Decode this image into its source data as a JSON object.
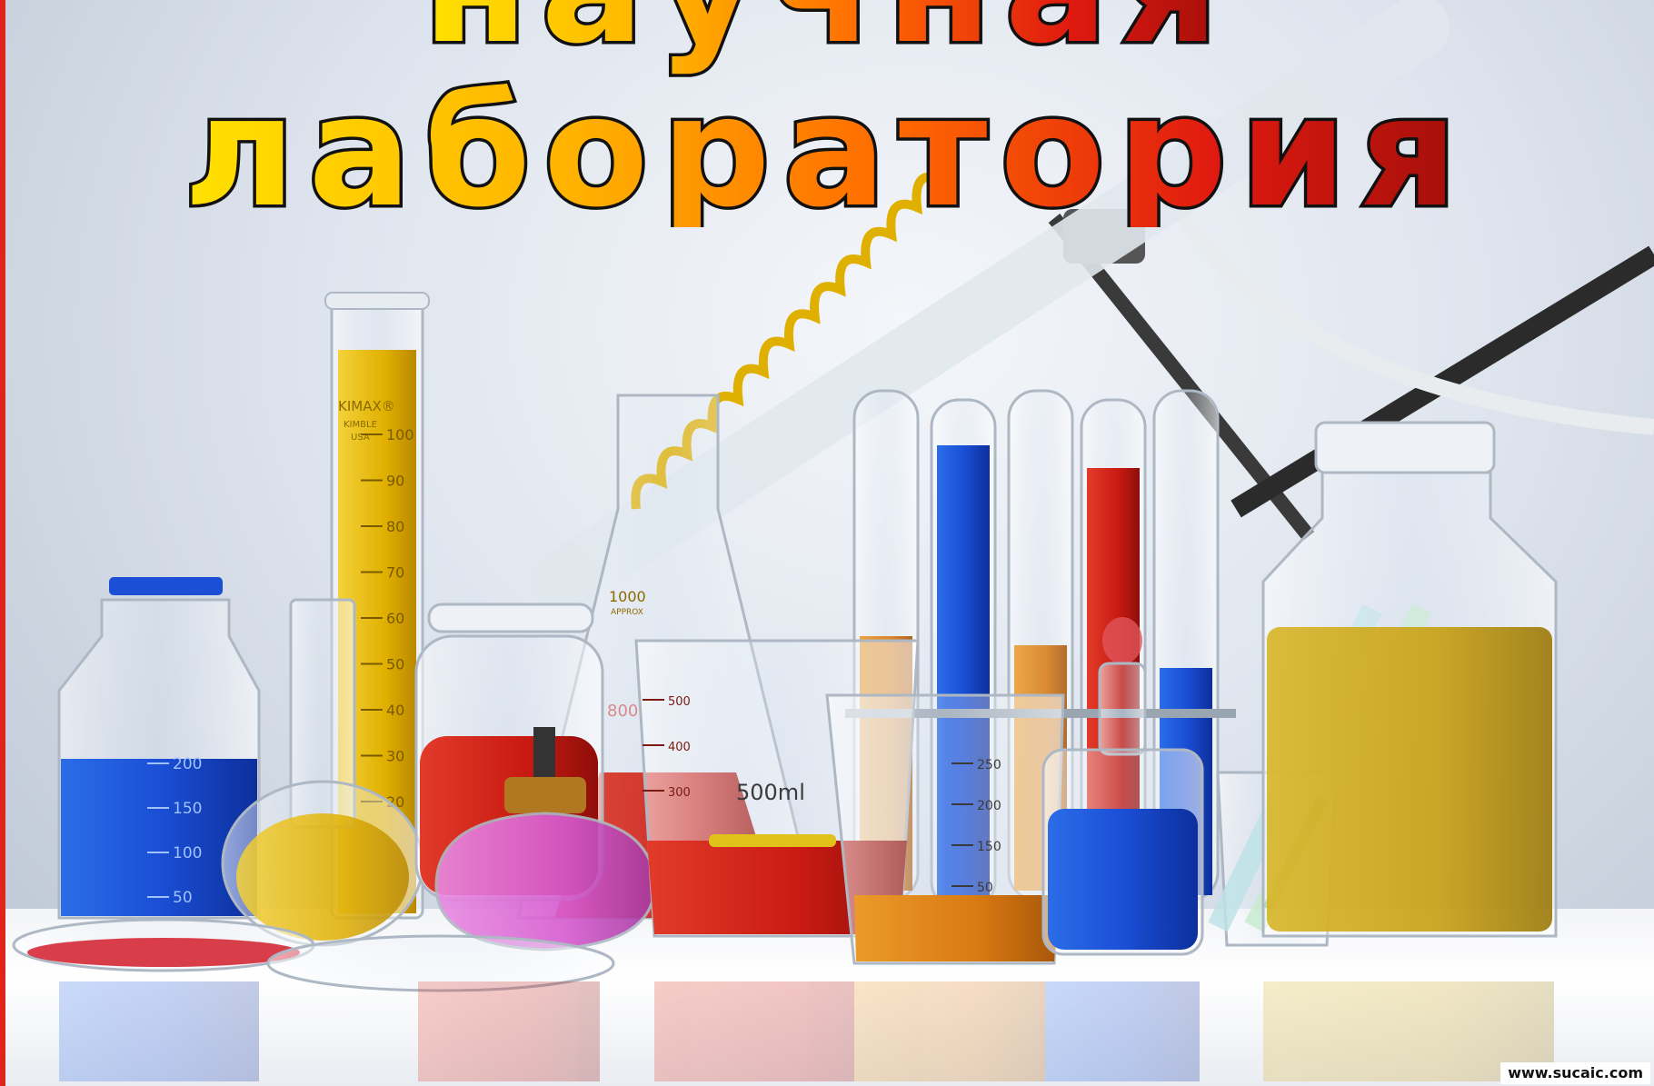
{
  "slide": {
    "title_line_1": "научная",
    "title_line_2": "лаборатория",
    "watermark": "www.sucaic.com"
  },
  "labels": {
    "cylinder_brand": "KIMAX®",
    "cylinder_maker": "KIMBLE",
    "cylinder_origin": "USA",
    "cylinder_scale": [
      "100",
      "90",
      "80",
      "70",
      "60",
      "50",
      "40",
      "30",
      "20"
    ],
    "bottle_scale": [
      "200",
      "150",
      "100",
      "50"
    ],
    "flask_volume": "1000",
    "flask_approx": "APPROX",
    "beaker_volume": "500ml",
    "beaker_scale": [
      "500",
      "400",
      "300"
    ],
    "small_beaker_scale": [
      "250",
      "200",
      "150",
      "50"
    ],
    "mark_800": "800"
  },
  "colors": {
    "title_gradient": [
      "#ffe100",
      "#ffb300",
      "#ff6a00",
      "#e01a10",
      "#a30e0a"
    ],
    "title_outline": "#111111",
    "left_strip": "#e0241c",
    "liquid_blue": "#1a4fd6",
    "liquid_yellow": "#e0b000",
    "liquid_red": "#c81a12",
    "liquid_orange": "#d97a12",
    "liquid_pink": "#d65bd0",
    "liquid_olive": "#c9a116"
  }
}
